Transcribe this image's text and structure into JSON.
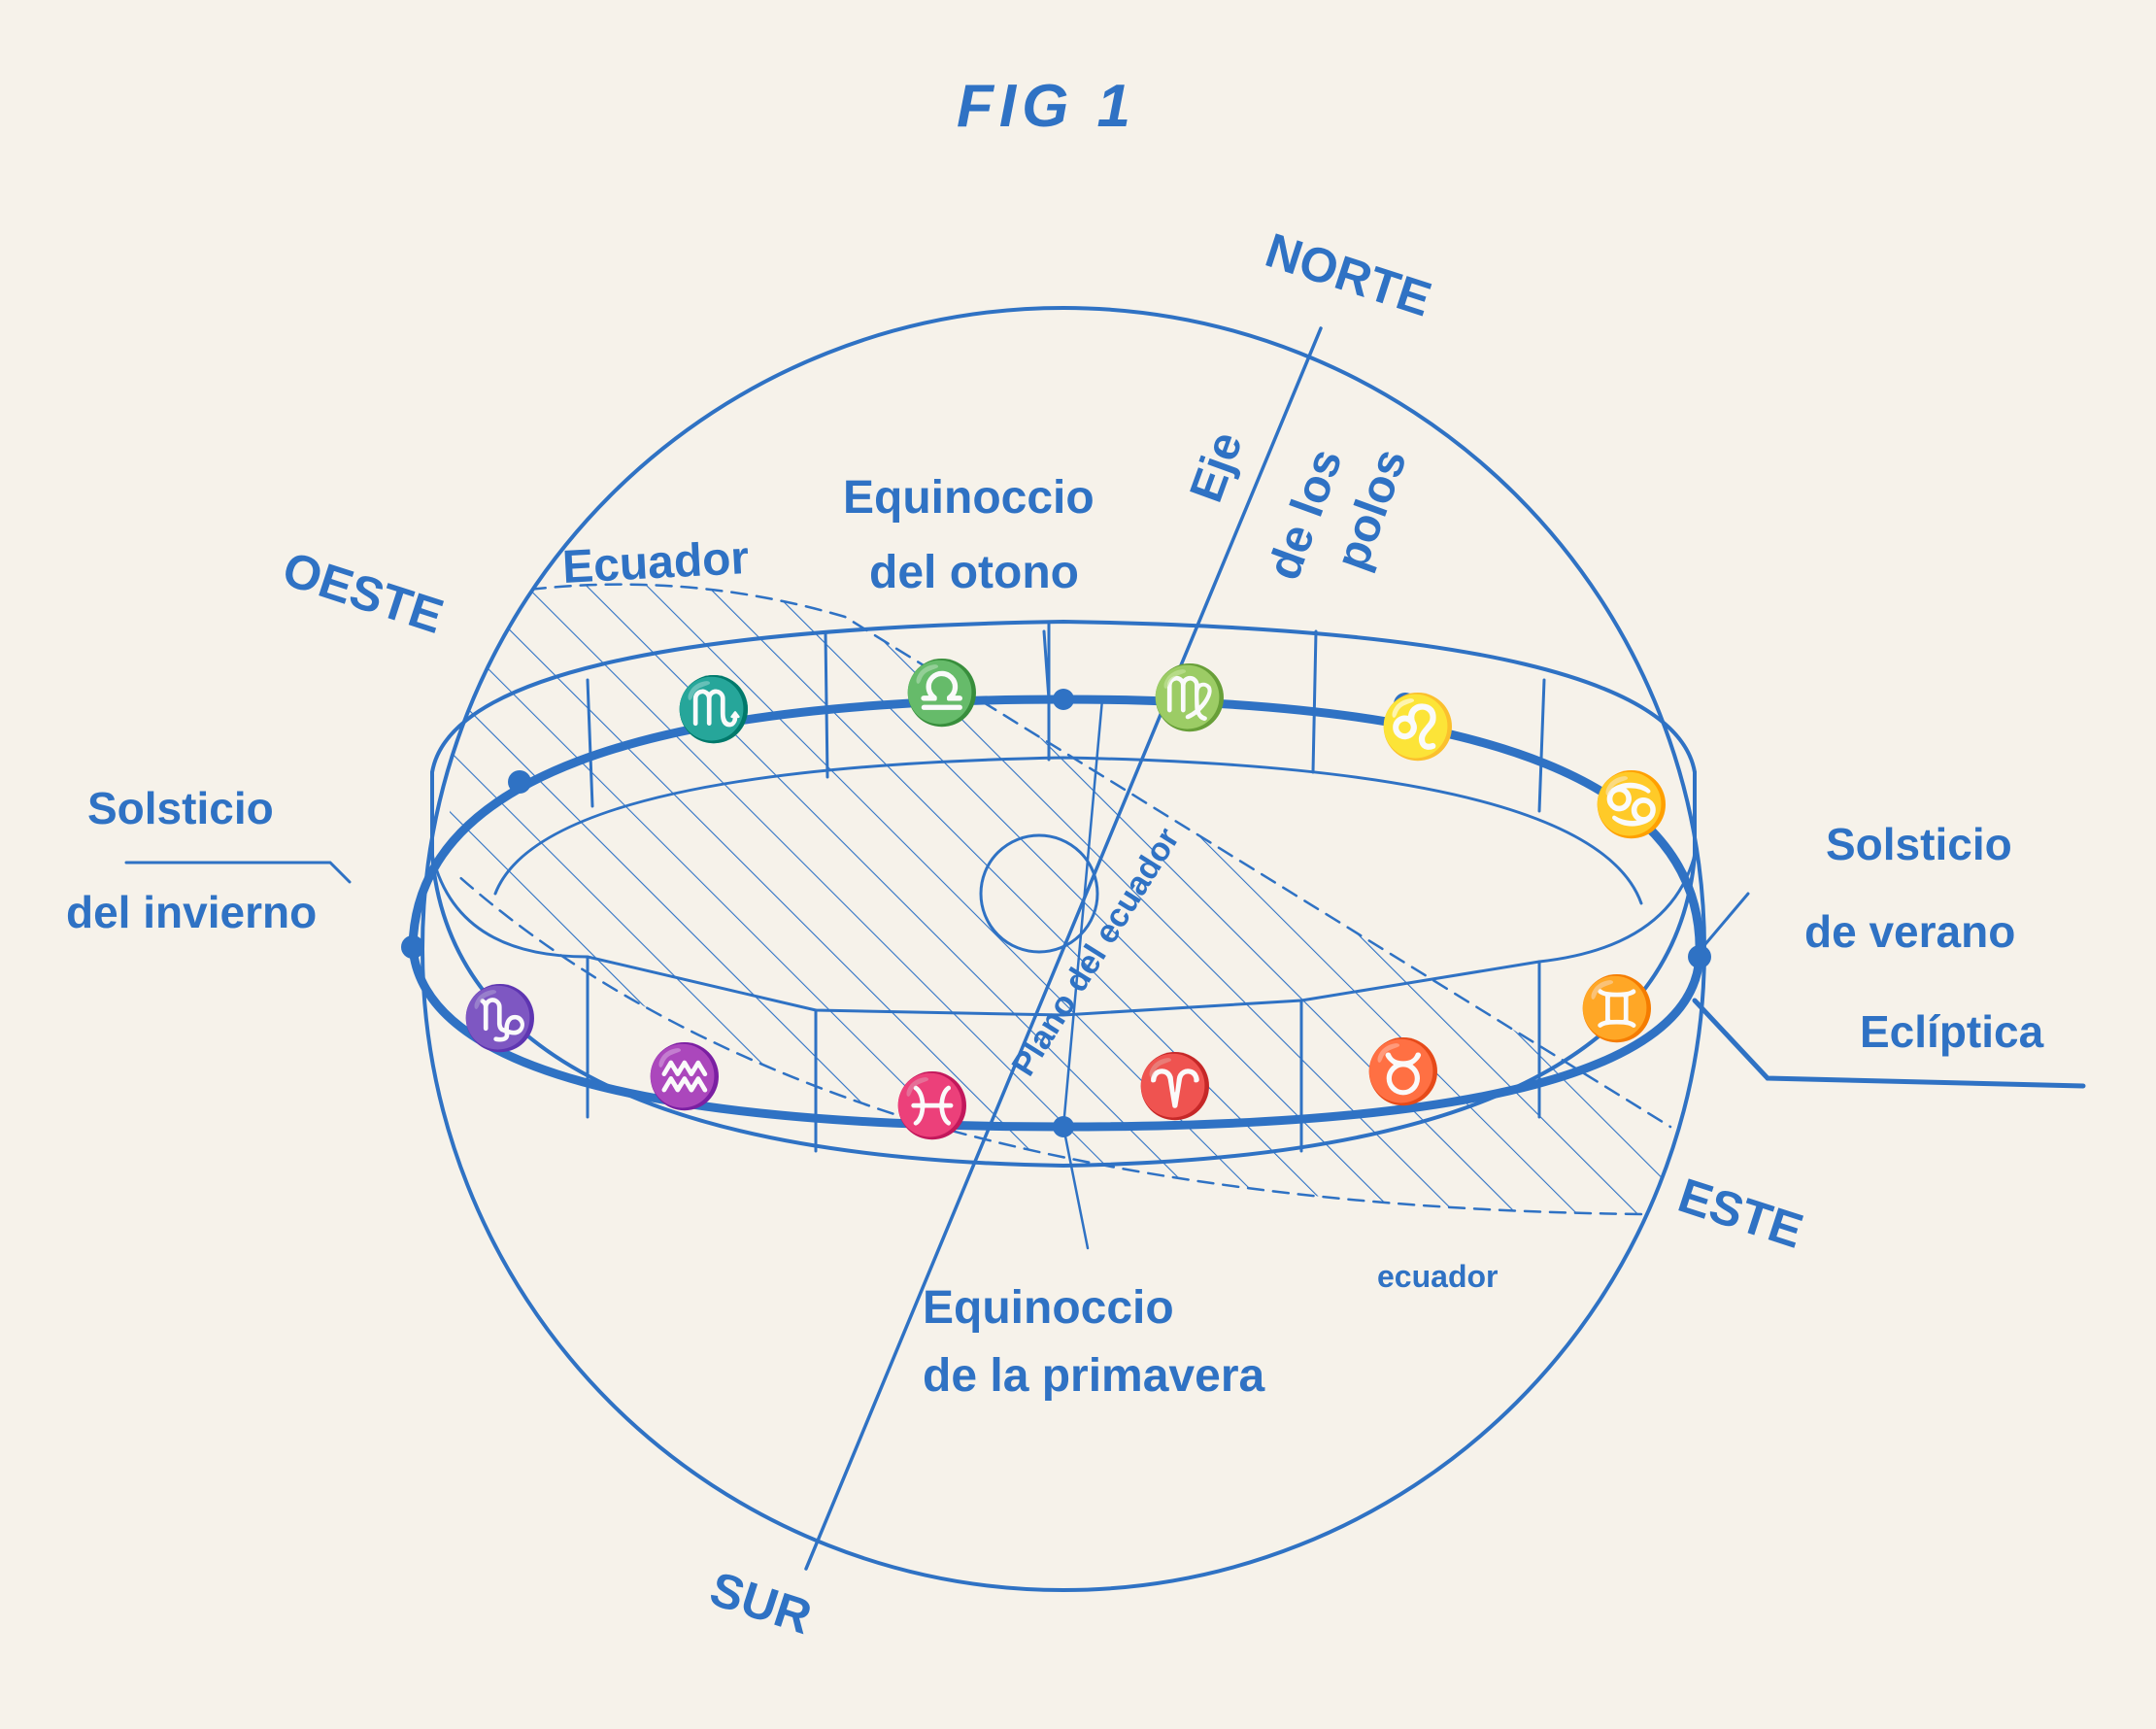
{
  "colors": {
    "ink": "#2f72c4",
    "paper": "#f6f2ea"
  },
  "figure": {
    "title": "FIG 1",
    "labels": {
      "norte": "NORTE",
      "sur": "SUR",
      "oeste": "OESTE",
      "este": "ESTE",
      "eje_line1": "Eje",
      "eje_line2": "de los",
      "eje_line3": "polos",
      "equinoccio_otono_line1": "Equinoccio",
      "equinoccio_otono_line2": "del otono",
      "ecuador_top": "Ecuador",
      "solsticio_invierno_line1": "Solsticio",
      "solsticio_invierno_line2": "del invierno",
      "solsticio_verano_line1": "Solsticio",
      "solsticio_verano_line2": "de verano",
      "ecliptica": "Eclíptica",
      "plano_ecuador": "Plano del ecuador",
      "equinoccio_primavera_line1": "Equinoccio",
      "equinoccio_primavera_line2": "de la primavera",
      "ecuador_bottom": "ecuador"
    },
    "zodiac_glyphs_back": [
      "♏",
      "♎",
      "♍",
      "♌",
      "♋"
    ],
    "zodiac_glyphs_front": [
      "♑",
      "♒",
      "♓",
      "♈",
      "♉",
      "♊"
    ]
  }
}
